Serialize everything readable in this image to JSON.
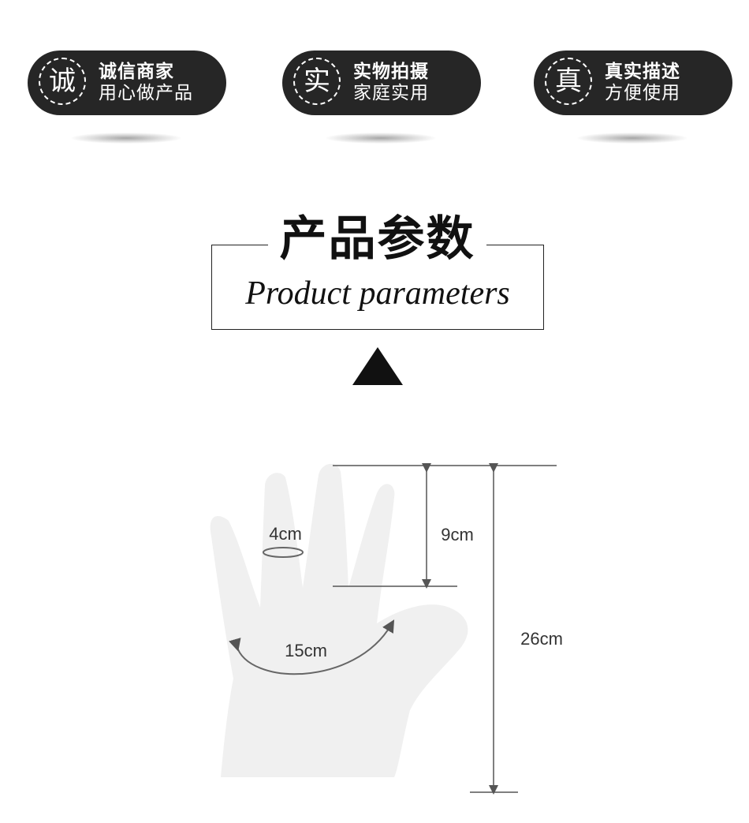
{
  "badges": [
    {
      "char": "诚",
      "line1": "诚信商家",
      "line2": "用心做产品"
    },
    {
      "char": "实",
      "line1": "实物拍摄",
      "line2": "家庭实用"
    },
    {
      "char": "真",
      "line1": "真实描述",
      "line2": "方便使用"
    }
  ],
  "heading": {
    "title_cn": "产品参数",
    "title_en": "Product parameters"
  },
  "dimensions": {
    "finger_circumference": "4cm",
    "finger_length": "9cm",
    "palm_circumference": "15cm",
    "total_length": "26cm"
  },
  "colors": {
    "badge_bg": "#262626",
    "glove_fill": "#f0f0f0",
    "line": "#555555"
  }
}
